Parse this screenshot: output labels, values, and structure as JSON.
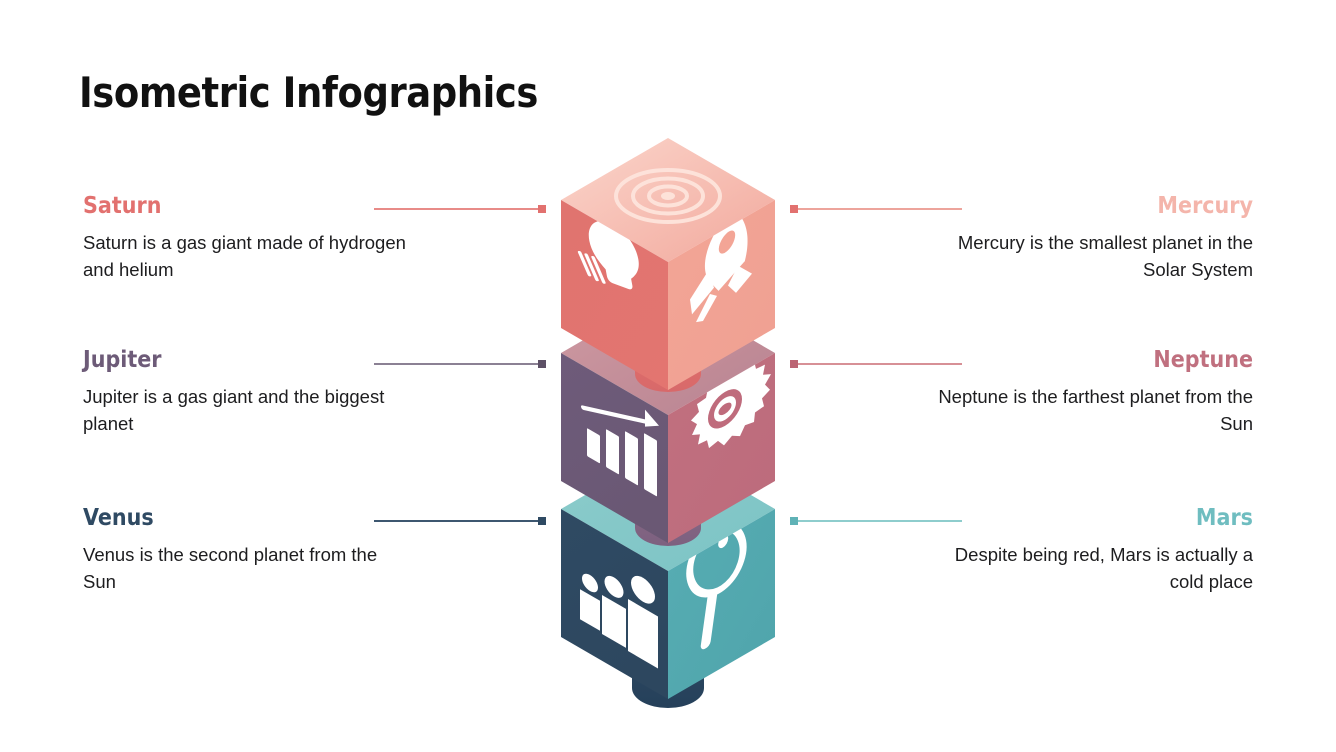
{
  "title": "Isometric Infographics",
  "colors": {
    "saturn": "#e2716f",
    "jupiter": "#6d5b78",
    "venus": "#2f4a63",
    "mercury": "#f4b5ab",
    "neptune": "#c0707f",
    "mars": "#6fbdc0",
    "body_text": "#1d1d1f",
    "title_text": "#111111",
    "cube_top_light": "#f7bfb5",
    "cube_top_left": "#e2716f",
    "cube_top_right": "#f0a193",
    "cube_mid_top": "#c78f99",
    "cube_mid_left": "#6d5b78",
    "cube_mid_right": "#bf6b7c",
    "cube_bot_top": "#84c8c8",
    "cube_bot_left": "#2f4a63",
    "cube_bot_right": "#55aab2"
  },
  "entries": [
    {
      "id": "saturn",
      "side": "left",
      "heading": "Saturn",
      "body": "Saturn is a gas giant made of hydrogen and helium",
      "color": "#e2716f",
      "line_color": "#e88b88"
    },
    {
      "id": "jupiter",
      "side": "left",
      "heading": "Jupiter",
      "body": "Jupiter is a gas giant and the biggest planet",
      "color": "#6d5b78",
      "line_color": "#8b8194"
    },
    {
      "id": "venus",
      "side": "left",
      "heading": "Venus",
      "body": "Venus is the second planet from the Sun",
      "color": "#2f4a63",
      "line_color": "#3d5770"
    },
    {
      "id": "mercury",
      "side": "right",
      "heading": "Mercury",
      "body": "Mercury is the smallest planet in the Solar System",
      "color": "#f4b5ab",
      "line_color": "#eda49c"
    },
    {
      "id": "neptune",
      "side": "right",
      "heading": "Neptune",
      "body": "Neptune is the farthest planet from the Sun",
      "color": "#c0707f",
      "line_color": "#d79096"
    },
    {
      "id": "mars",
      "side": "right",
      "heading": "Mars",
      "body": "Despite being red, Mars is actually a cold place",
      "color": "#6fbdc0",
      "line_color": "#8ecdcd"
    }
  ],
  "cubes": [
    {
      "id": "top-cube",
      "top_icon": "concentric-rings-icon",
      "left_icon": "lightbulb-icon",
      "right_icon": "rocket-icon"
    },
    {
      "id": "middle-cube",
      "top_icon": "none",
      "left_icon": "bar-chart-growth-icon",
      "right_icon": "gear-icon"
    },
    {
      "id": "bottom-cube",
      "top_icon": "none",
      "left_icon": "people-group-icon",
      "right_icon": "magnifier-icon"
    }
  ]
}
